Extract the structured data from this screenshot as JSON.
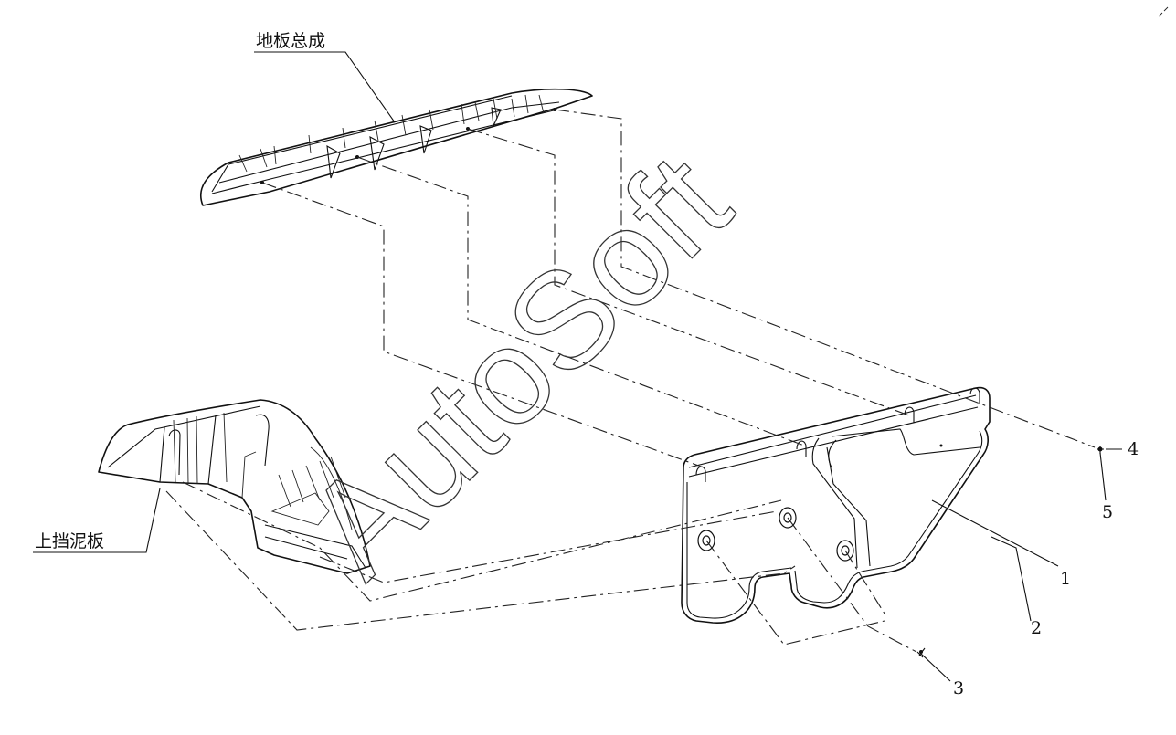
{
  "labels": {
    "floor_assembly": "地板总成",
    "upper_fender": "上挡泥板",
    "callout_1": "1",
    "callout_2": "2",
    "callout_3": "3",
    "callout_4": "4",
    "callout_5": "5"
  },
  "watermark": "AutoSoft"
}
